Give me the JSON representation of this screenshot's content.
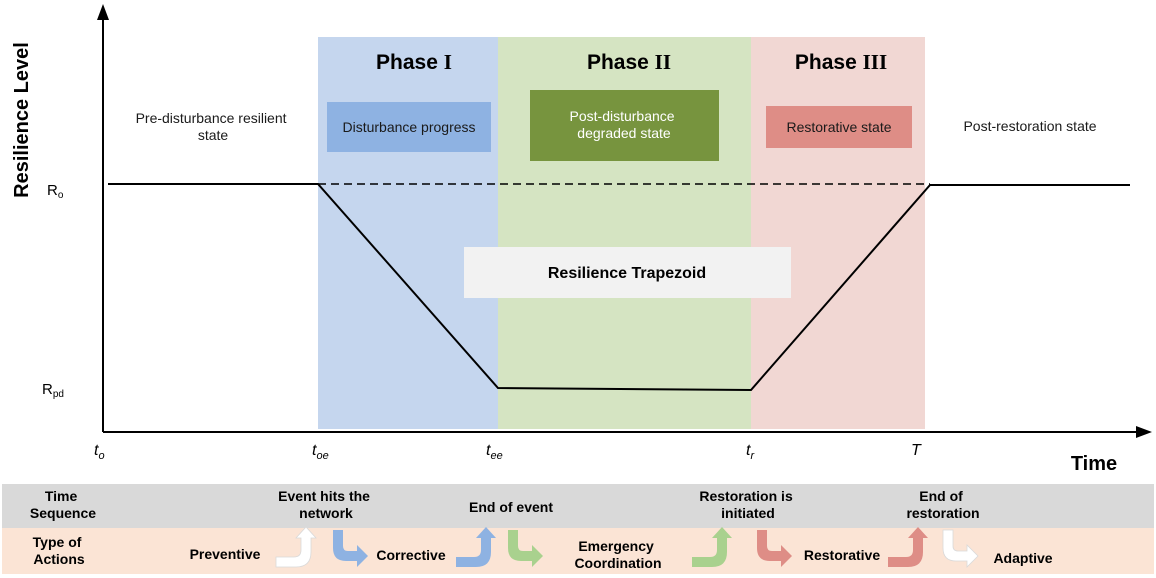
{
  "y_axis_label": "Resilience Level",
  "x_axis_label": "Time",
  "levels": {
    "r_o": "R",
    "r_o_sub": "o",
    "r_pd": "R",
    "r_pd_sub": "pd"
  },
  "time_ticks": [
    {
      "main": "t",
      "sub": "o"
    },
    {
      "main": "t",
      "sub": "oe"
    },
    {
      "main": "t",
      "sub": "ee"
    },
    {
      "main": "t",
      "sub": "r"
    },
    {
      "main": "T",
      "sub": ""
    }
  ],
  "phases": [
    {
      "title": "Phase",
      "numeral": "I",
      "color": "#c5d6ee"
    },
    {
      "title": "Phase",
      "numeral": "II",
      "color": "#d5e4c2"
    },
    {
      "title": "Phase",
      "numeral": "III",
      "color": "#f1d7d3"
    }
  ],
  "state_labels": {
    "pre_line1": "Pre-disturbance resilient",
    "pre_line2": "state",
    "post_restoration": "Post-restoration state"
  },
  "state_boxes": [
    {
      "lines": [
        "Disturbance progress"
      ],
      "fill": "#8eb2e2",
      "text_color": "#1a1a1a"
    },
    {
      "lines": [
        "Post-disturbance",
        "degraded state"
      ],
      "fill": "#77943e",
      "text_color": "#ffffff"
    },
    {
      "lines": [
        "Restorative state"
      ],
      "fill": "#de8d86",
      "text_color": "#1a1a1a"
    }
  ],
  "trapezoid_label": "Resilience Trapezoid",
  "table": {
    "row1_header": [
      "Time",
      "Sequence"
    ],
    "row2_header": [
      "Type of",
      "Actions"
    ],
    "events": [
      [
        "Event hits the",
        "network"
      ],
      [
        "End of event"
      ],
      [
        "Restoration is",
        "initiated"
      ],
      [
        "End of",
        "restoration"
      ]
    ],
    "actions": [
      [
        "Preventive"
      ],
      [
        "Corrective"
      ],
      [
        "Emergency",
        "Coordination"
      ],
      [
        "Restorative"
      ],
      [
        "Adaptive"
      ]
    ],
    "row1_color": "#d9d9d9",
    "row2_color": "#fbe4d5",
    "arrow_colors": [
      "#ffffff",
      "#8eb2e2",
      "#8eb2e2",
      "#a9d18e",
      "#a9d18e",
      "#de8d86",
      "#de8d86",
      "#ffffff"
    ]
  }
}
